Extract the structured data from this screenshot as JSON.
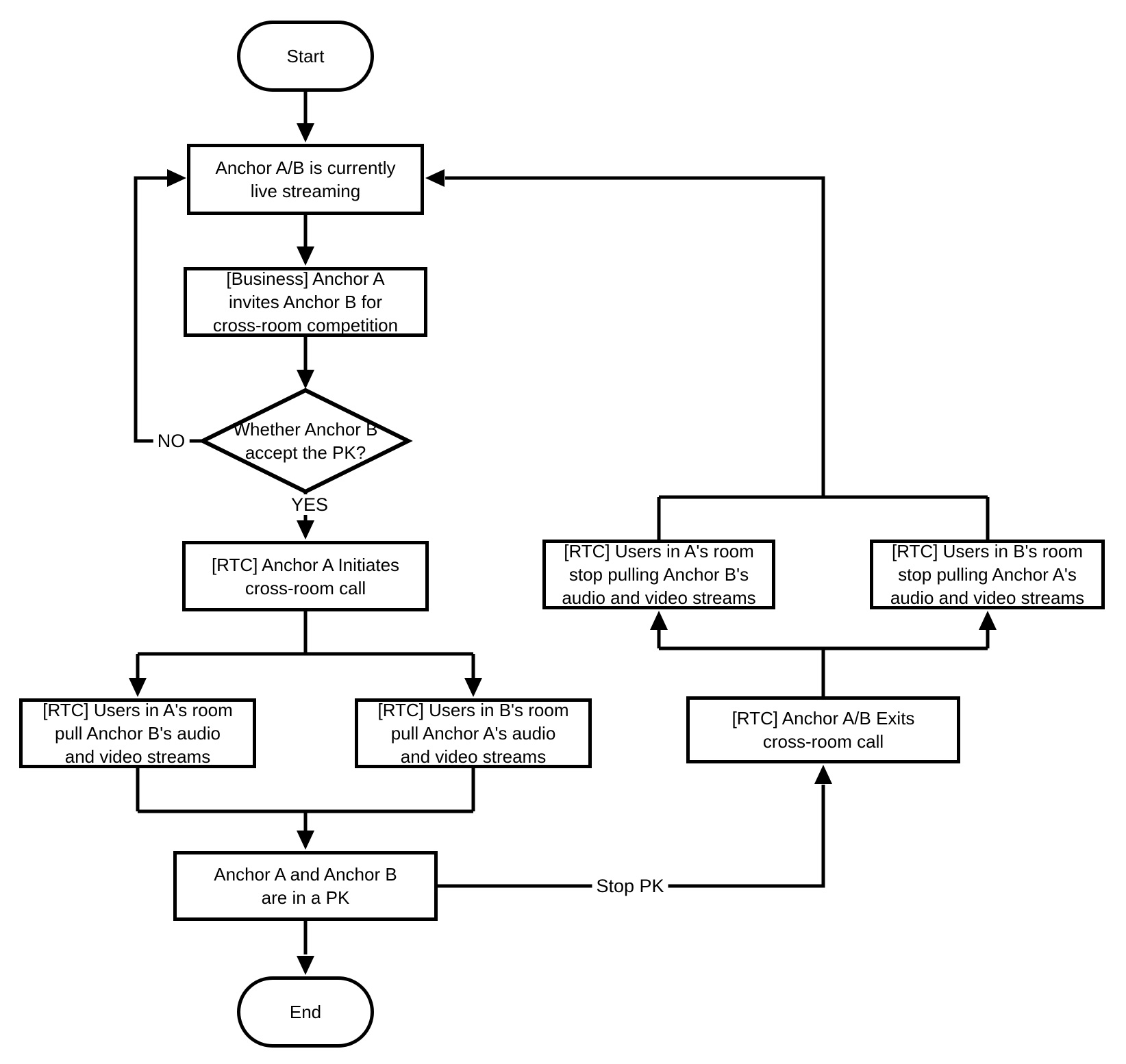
{
  "nodes": {
    "start": {
      "label": "Start"
    },
    "live_streaming": {
      "label": "Anchor A/B is currently\nlive streaming"
    },
    "invite": {
      "label": "[Business] Anchor A\ninvites Anchor B for\ncross-room competition"
    },
    "decision": {
      "label": "Whether Anchor B\naccept the PK?"
    },
    "initiate_call": {
      "label": "[RTC] Anchor A Initiates\ncross-room call"
    },
    "users_a_pull": {
      "label": "[RTC] Users in A's room\npull Anchor B's audio\nand video streams"
    },
    "users_b_pull": {
      "label": "[RTC] Users in B's room\npull Anchor A's audio\nand video streams"
    },
    "in_pk": {
      "label": "Anchor A and Anchor B\nare in a PK"
    },
    "end": {
      "label": "End"
    },
    "exit_call": {
      "label": "[RTC] Anchor A/B Exits\ncross-room call"
    },
    "users_a_stop": {
      "label": "[RTC] Users in A's room\nstop pulling Anchor B's\naudio and video streams"
    },
    "users_b_stop": {
      "label": "[RTC] Users in B's room\nstop pulling Anchor A's\naudio and video streams"
    }
  },
  "edge_labels": {
    "no": "NO",
    "yes": "YES",
    "stop_pk": "Stop PK"
  },
  "colors": {
    "line": "#000000",
    "background": "#ffffff"
  }
}
